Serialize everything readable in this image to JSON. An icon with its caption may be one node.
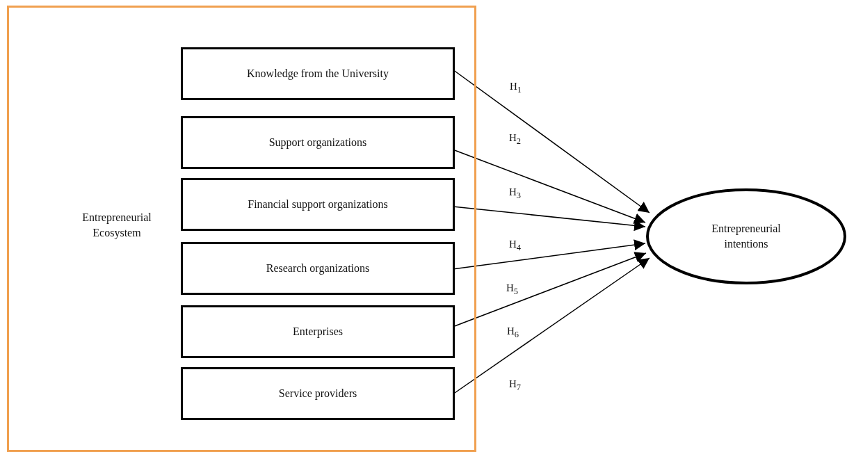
{
  "diagram": {
    "nodes": [
      {
        "text": [
          "Entrepreneurial Ecosystem"
        ]
      },
      {
        "text": [
          "Knowledge from the University"
        ],
        "in": 0
      },
      {
        "text": [
          "Support organizations"
        ],
        "in": 0
      },
      {
        "text": [
          "Financial support organizations"
        ],
        "in": 0
      },
      {
        "text": [
          "Research organizations"
        ],
        "in": 0
      },
      {
        "text": [
          "Enterprises"
        ],
        "in": 0
      },
      {
        "text": [
          "Service providers"
        ],
        "in": 0
      },
      {
        "text": [
          "Entrepreneurial intentions"
        ]
      }
    ],
    "edges": [
      {
        "from": 1,
        "to": 7,
        "arrow": "to"
      },
      {
        "from": 2,
        "to": 7,
        "arrow": "to"
      },
      {
        "from": 3,
        "to": 7,
        "arrow": "to"
      },
      {
        "from": 4,
        "to": 7,
        "arrow": "to"
      },
      {
        "from": 5,
        "to": 7,
        "arrow": "to"
      },
      {
        "from": 6,
        "to": 7,
        "arrow": "to"
      }
    ],
    "labels": [
      "H$_{1}$",
      "H$_{2}$",
      "H$_{3}$",
      "H$_{4}$",
      "H$_{5}$",
      "H$_{6}$",
      "H$_{7}$"
    ]
  }
}
